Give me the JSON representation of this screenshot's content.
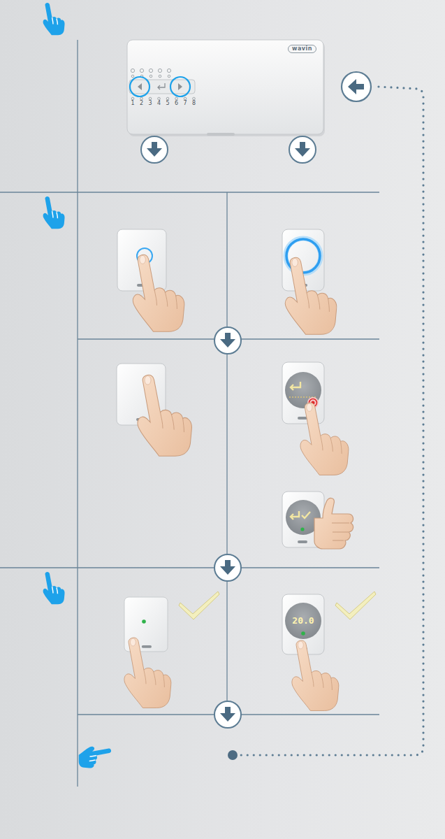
{
  "diagram": {
    "nodes": [
      {
        "text": [
          "wavin",
          "1",
          "2",
          "3",
          "4",
          "5",
          "6",
          "7",
          "8"
        ]
      },
      {
        "text": [
          "20.0"
        ]
      }
    ]
  }
}
